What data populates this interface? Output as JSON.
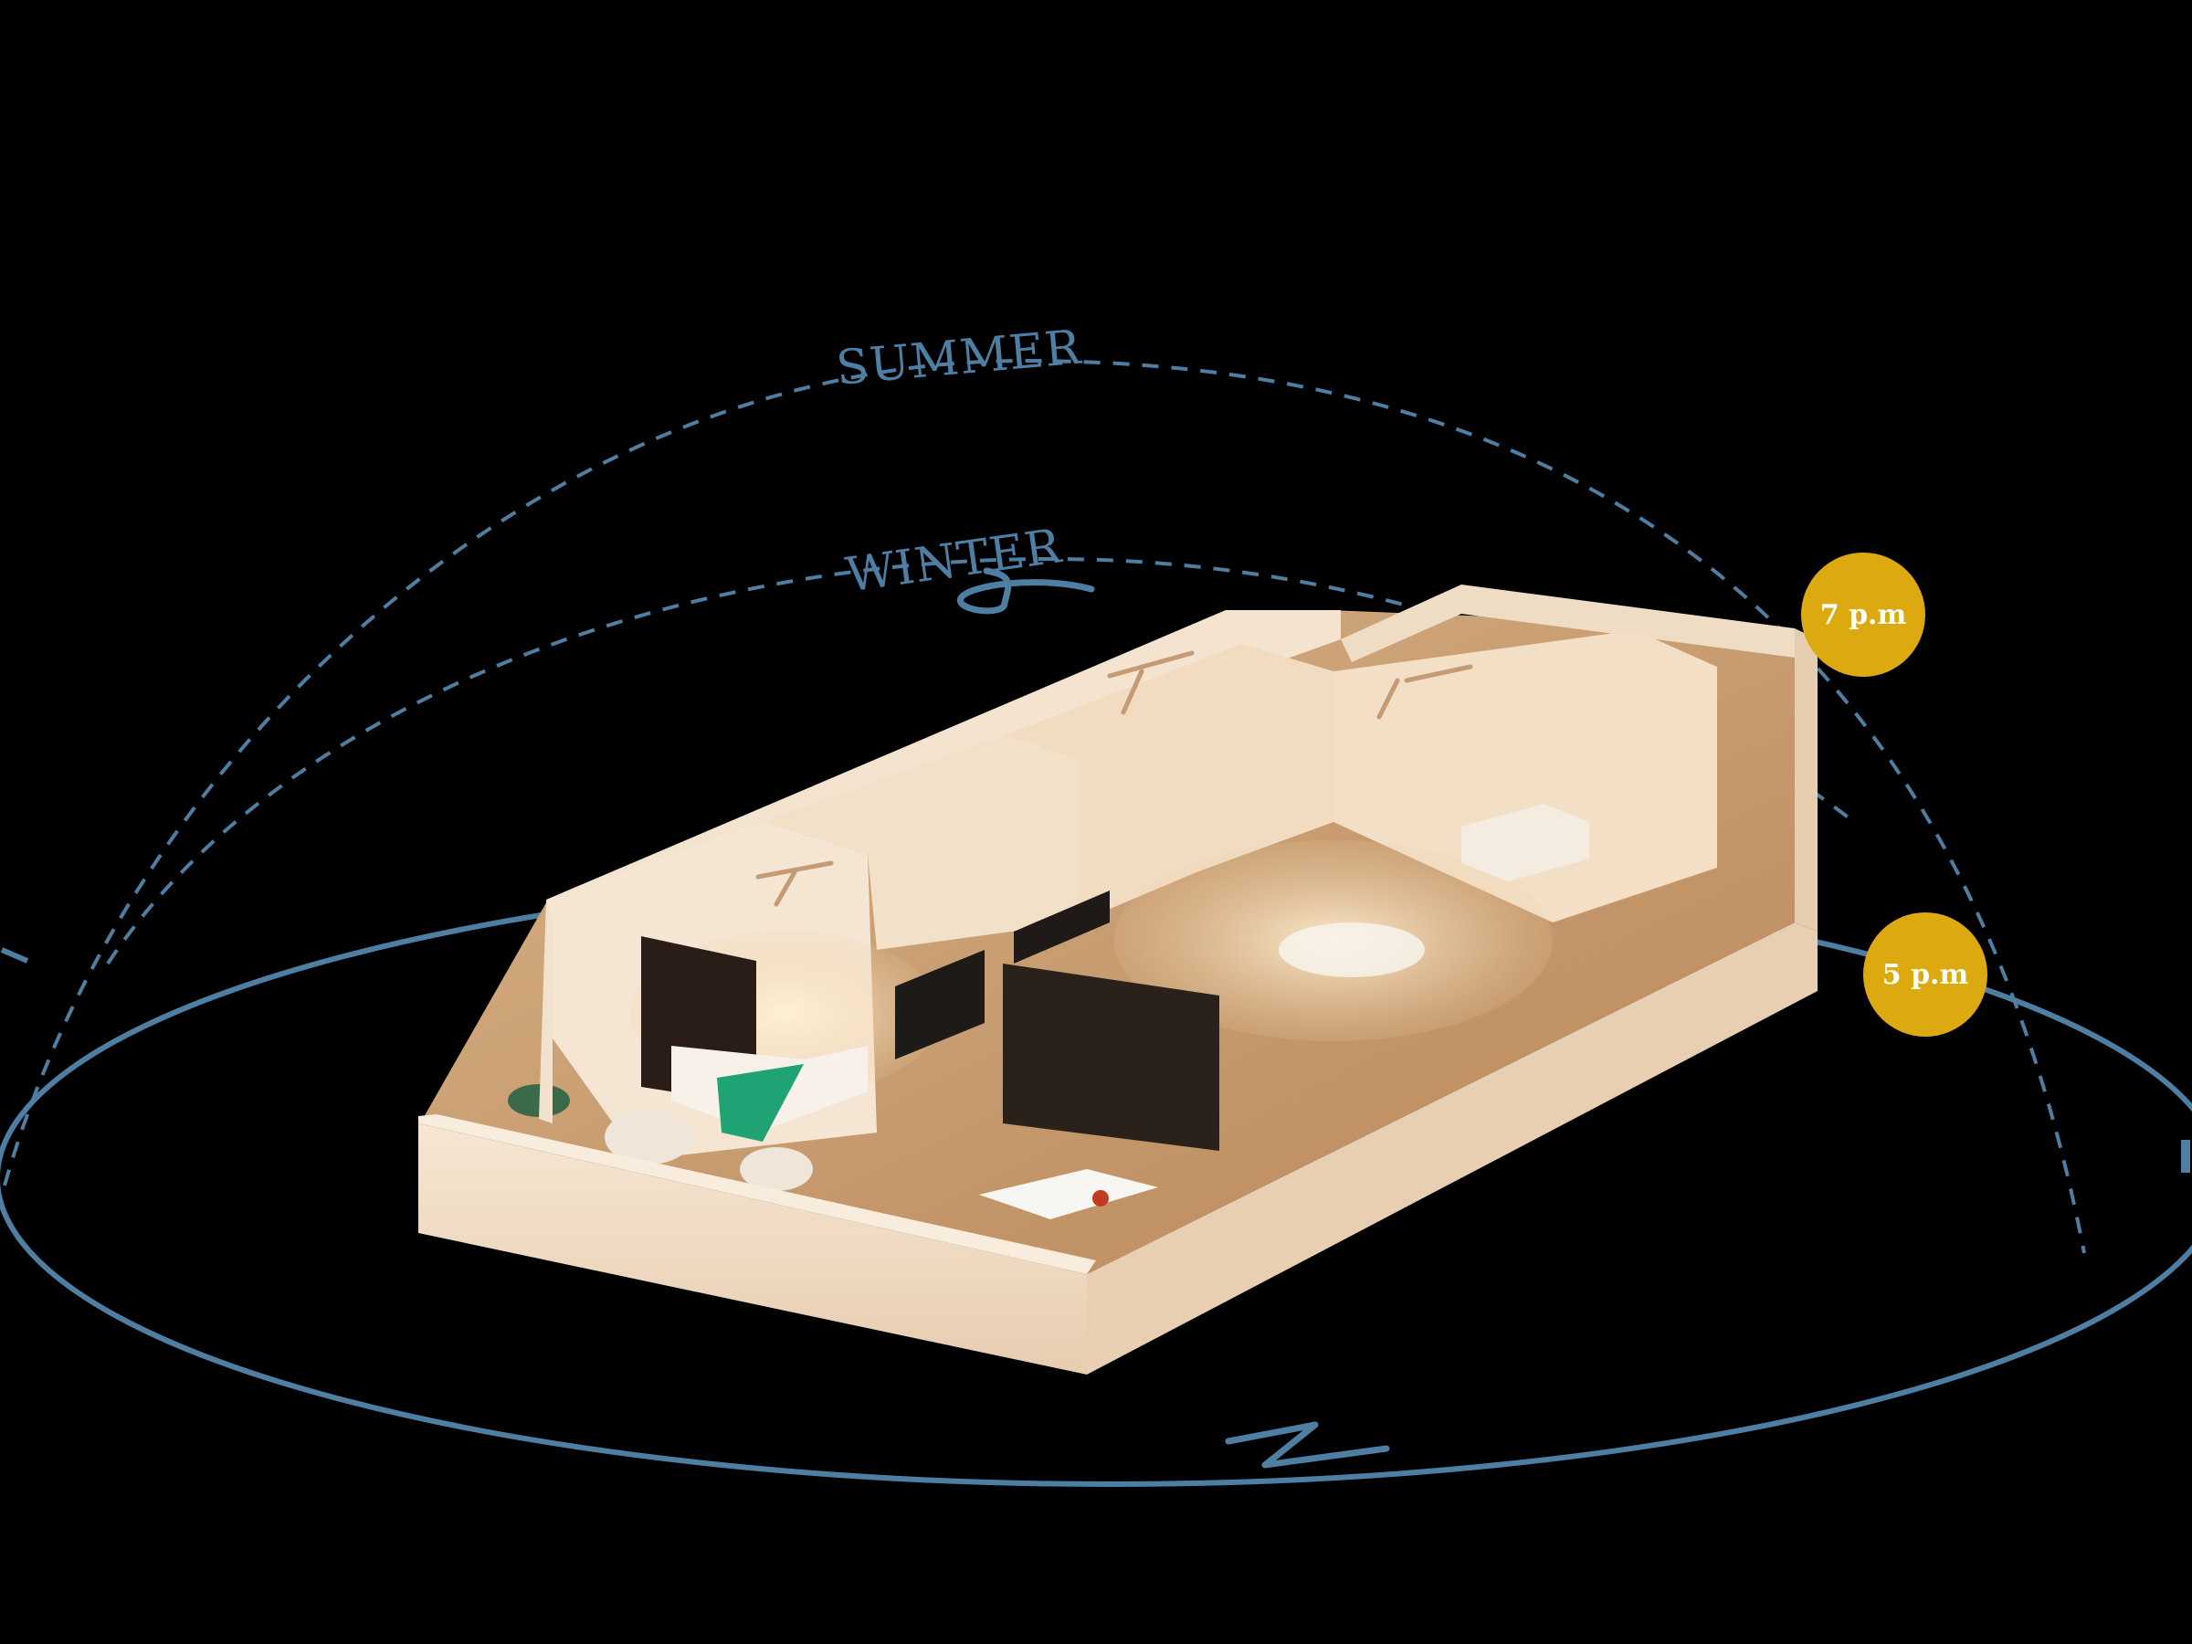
{
  "sun_path": {
    "summer_label": "SUMMER",
    "winter_label": "WINTER",
    "compass": {
      "south": "S",
      "north": "N"
    }
  },
  "time_markers": [
    {
      "label": "7 p.m"
    },
    {
      "label": "5 p.m"
    }
  ],
  "colors": {
    "background": "#000000",
    "sun_path": "#4f7ea3",
    "time_marker": "#dca910",
    "time_marker_text": "#ffffff",
    "wall": "#f1ddc7",
    "floor": "#c79a6a",
    "accent_bed": "#1fa374"
  }
}
